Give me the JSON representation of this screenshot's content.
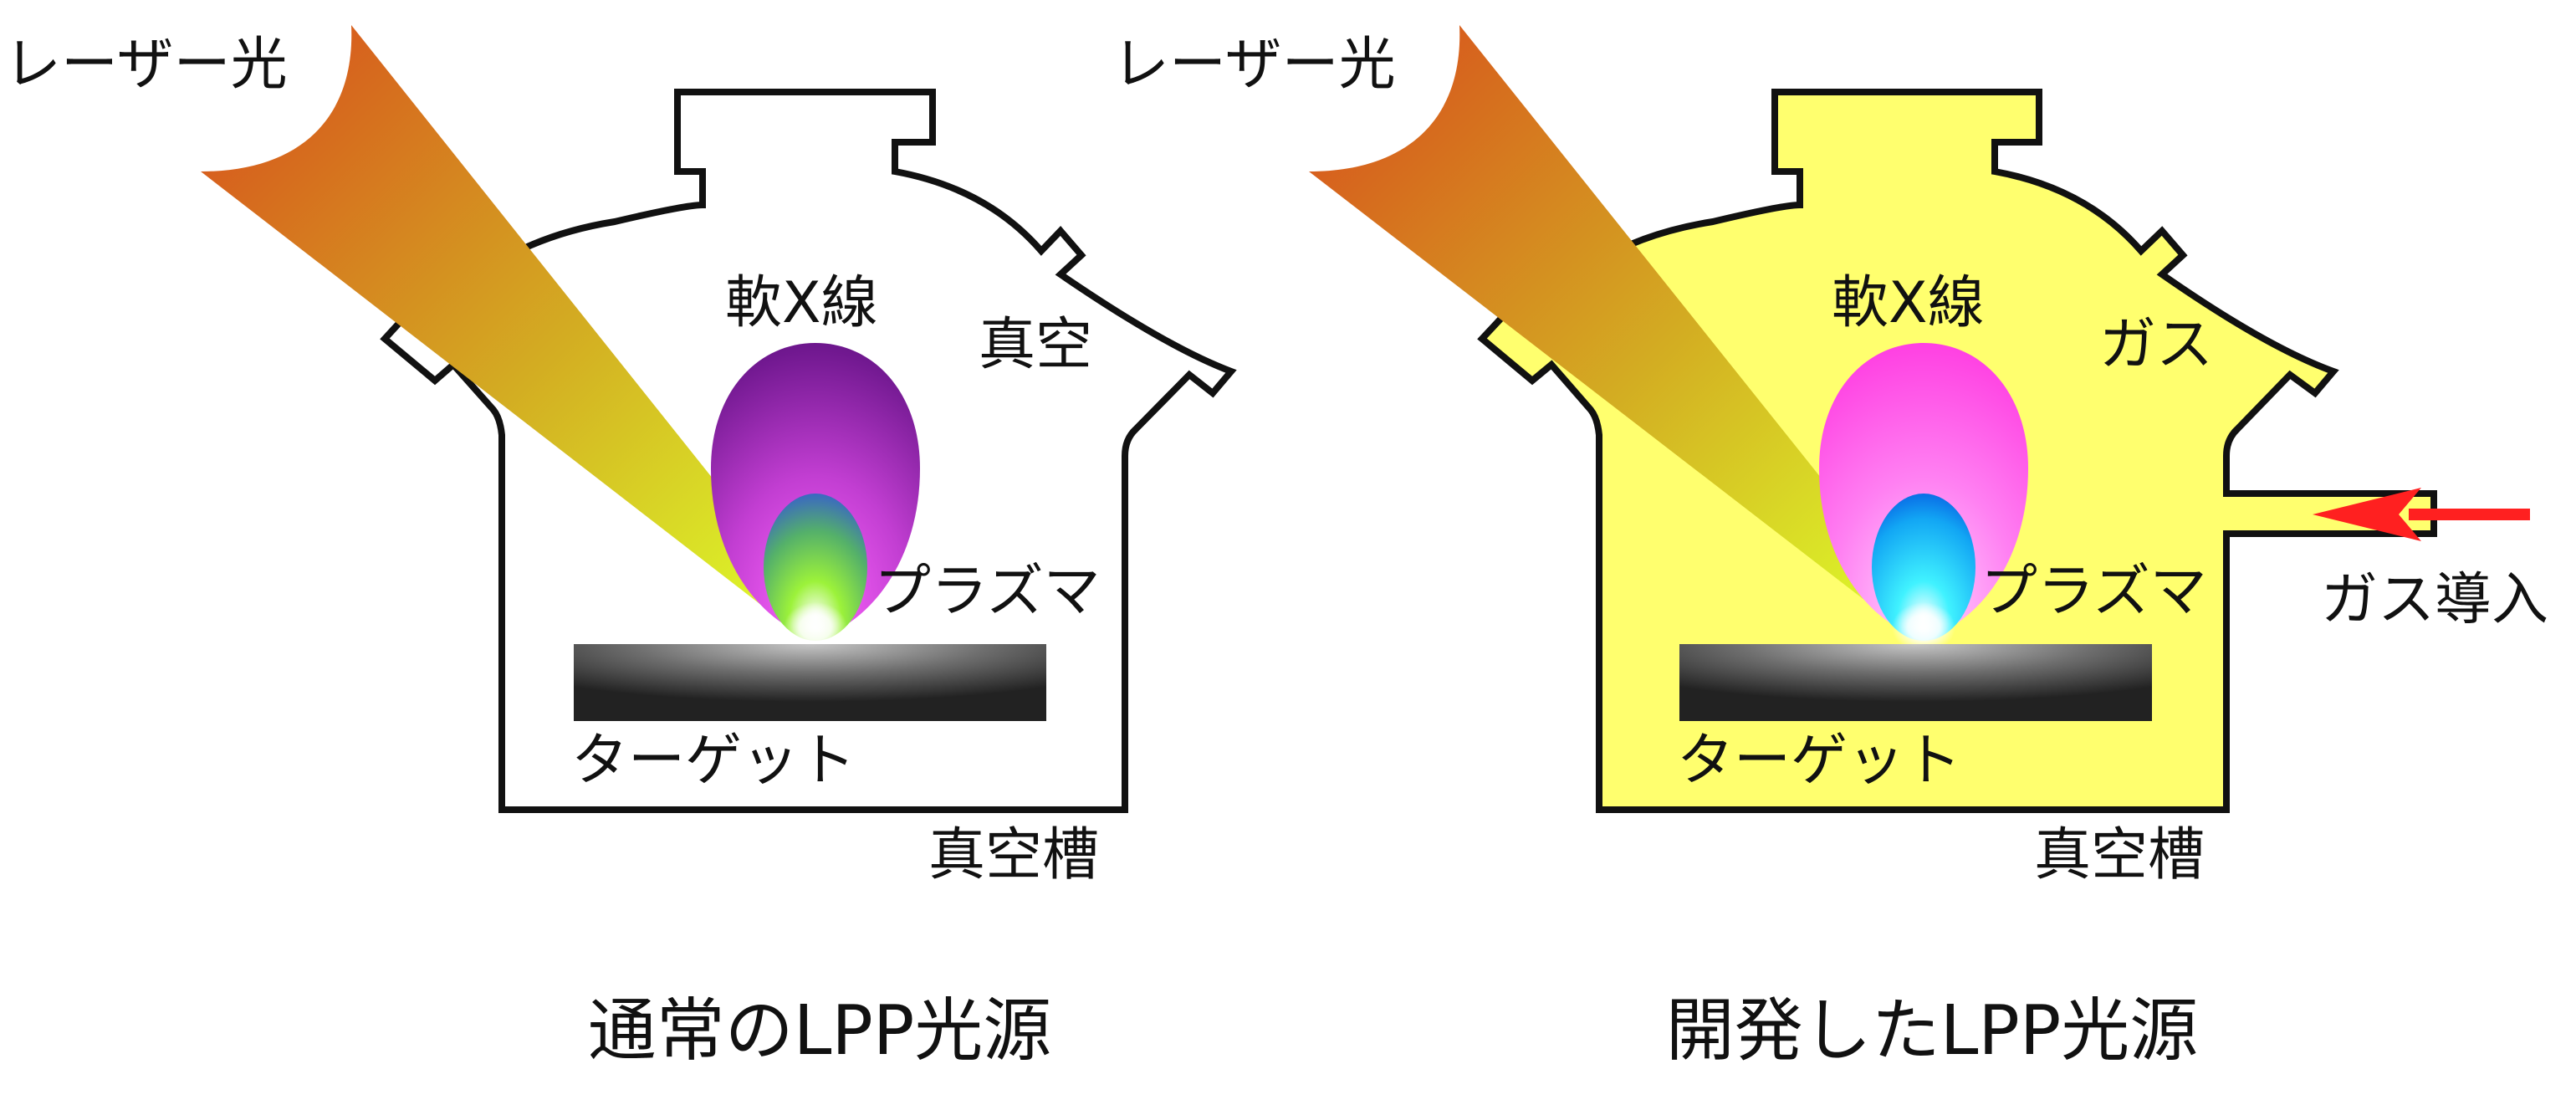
{
  "panels": [
    {
      "laser_label": "レーザー光",
      "softxray_label": "軟X線",
      "medium_label": "真空",
      "plasma_label": "プラズマ",
      "target_label": "ターゲット",
      "chamber_label": "真空槽",
      "caption": "通常のLPP光源"
    },
    {
      "laser_label": "レーザー光",
      "softxray_label": "軟X線",
      "medium_label": "ガス",
      "plasma_label": "プラズマ",
      "target_label": "ターゲット",
      "chamber_label": "真空槽",
      "gas_inlet_label": "ガス導入",
      "caption": "開発したLPP光源"
    }
  ],
  "colors": {
    "chamber_outline": "#111111",
    "chamber_fill_conventional": "#ffffff",
    "chamber_fill_developed": "#ffff6e",
    "laser_start": "#d84a1c",
    "laser_end": "#d9ef22",
    "xray_conventional": "#7a1a9a",
    "xray_developed": "#ff5be8",
    "plasma_conventional": "#6cd63a",
    "plasma_developed": "#1fc8ff",
    "target": "#3a3a3a",
    "gas_arrow": "#ff2020"
  }
}
